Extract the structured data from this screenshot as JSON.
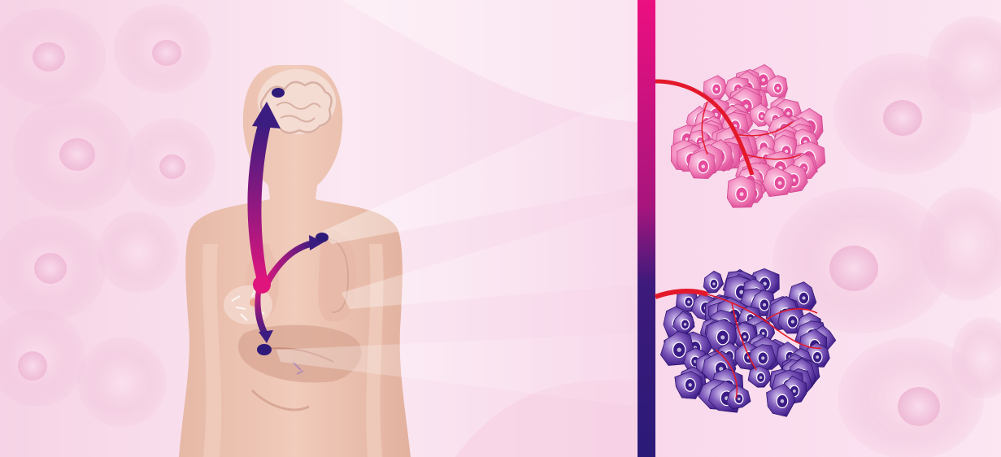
{
  "illustration": {
    "left_panel": "body-metastasis-view",
    "right_panel": "tumor-cluster-comparison",
    "primary_tumor_site": "breast",
    "metastasis_sites": [
      "brain",
      "lung",
      "liver"
    ],
    "tumor_clusters": [
      {
        "id": "upper",
        "appearance": "pink-cells"
      },
      {
        "id": "lower",
        "appearance": "purple-cells"
      }
    ]
  },
  "colors": {
    "background_pink": "#f8d5ea",
    "body_skin": "#e9bfae",
    "body_shadow": "#d9a593",
    "arrow_magenta": "#d81b7e",
    "arrow_purple": "#3c1a80",
    "divider_top": "#e8117e",
    "divider_bottom": "#2e1a7a",
    "vessel_red": "#e3192b",
    "cell_pink": "#f47ab7",
    "cell_pink_nucleus": "#e64b9c",
    "cell_purple": "#6d47b0",
    "cell_purple_nucleus": "#3b1b86"
  },
  "icons": [
    "brain-icon",
    "lungs-icon",
    "liver-icon",
    "breast-tumor-icon",
    "blood-vessel-icon"
  ]
}
